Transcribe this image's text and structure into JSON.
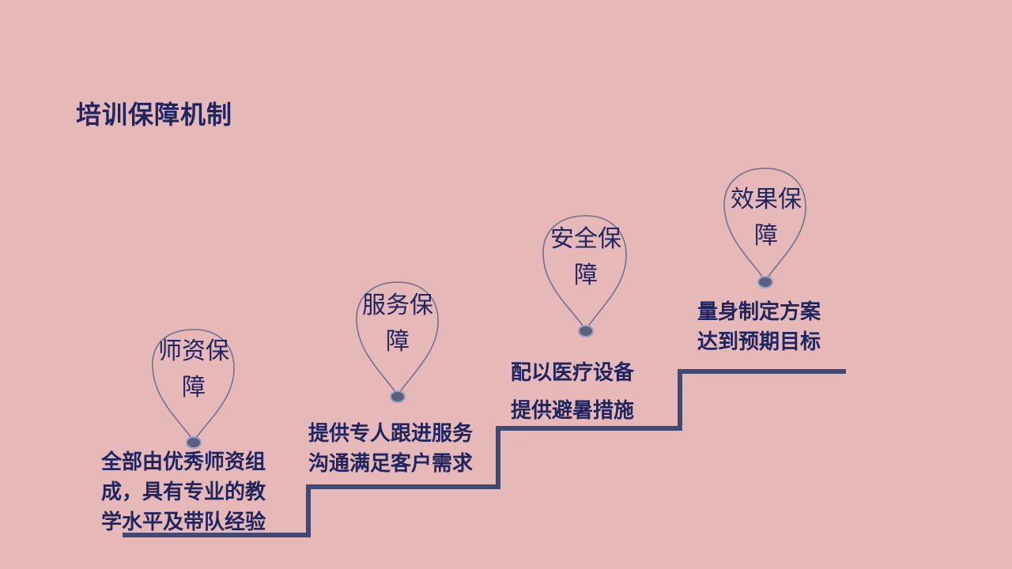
{
  "slide": {
    "title": "培训保障机制",
    "colors": {
      "background": "#e6b8b7",
      "text": "#1f2560",
      "stairs": "#3f4a74"
    },
    "steps": [
      {
        "heading_lines": [
          "师资保",
          "障"
        ],
        "desc_lines": [
          "全部由优秀师资组",
          "成，具有专业的教",
          "学水平及带队经验"
        ],
        "icon": "map-pin-icon"
      },
      {
        "heading_lines": [
          "服务保",
          "障"
        ],
        "desc_lines": [
          "提供专人跟进服务",
          "沟通满足客户需求"
        ],
        "icon": "map-pin-icon"
      },
      {
        "heading_lines": [
          "安全保",
          "障"
        ],
        "desc_lines": [
          "配以医疗设备",
          "提供避暑措施"
        ],
        "icon": "map-pin-icon"
      },
      {
        "heading_lines": [
          "效果保",
          "障"
        ],
        "desc_lines": [
          "量身制定方案",
          "达到预期目标"
        ],
        "icon": "map-pin-icon"
      }
    ]
  }
}
